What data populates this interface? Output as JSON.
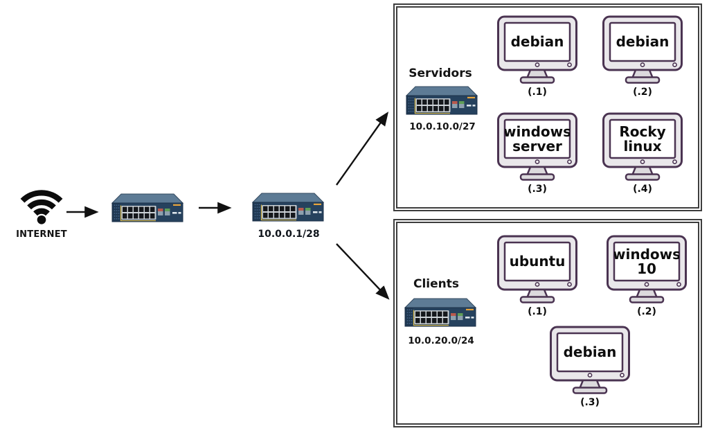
{
  "internet": {
    "label": "INTERNET"
  },
  "routers": {
    "core": {
      "label": "10.0.0.1/28"
    }
  },
  "networks": [
    {
      "name": "Servidors",
      "subnet": "10.0.10.0/27",
      "hosts": [
        {
          "os": "debian",
          "addr": "(.1)"
        },
        {
          "os": "debian",
          "addr": "(.2)"
        },
        {
          "os": "windows server",
          "addr": "(.3)"
        },
        {
          "os": "Rocky linux",
          "addr": "(.4)"
        }
      ]
    },
    {
      "name": "Clients",
      "subnet": "10.0.20.0/24",
      "hosts": [
        {
          "os": "ubuntu",
          "addr": "(.1)"
        },
        {
          "os": "windows 10",
          "addr": "(.2)"
        },
        {
          "os": "debian",
          "addr": "(.3)"
        }
      ]
    }
  ],
  "colors": {
    "box_border": "#3d3d3d",
    "monitor_outline": "#4a3351",
    "switch_body": "#26425e",
    "switch_top": "#5d7b95",
    "arrow": "#111111",
    "accent_orange": "#e7a43c"
  }
}
